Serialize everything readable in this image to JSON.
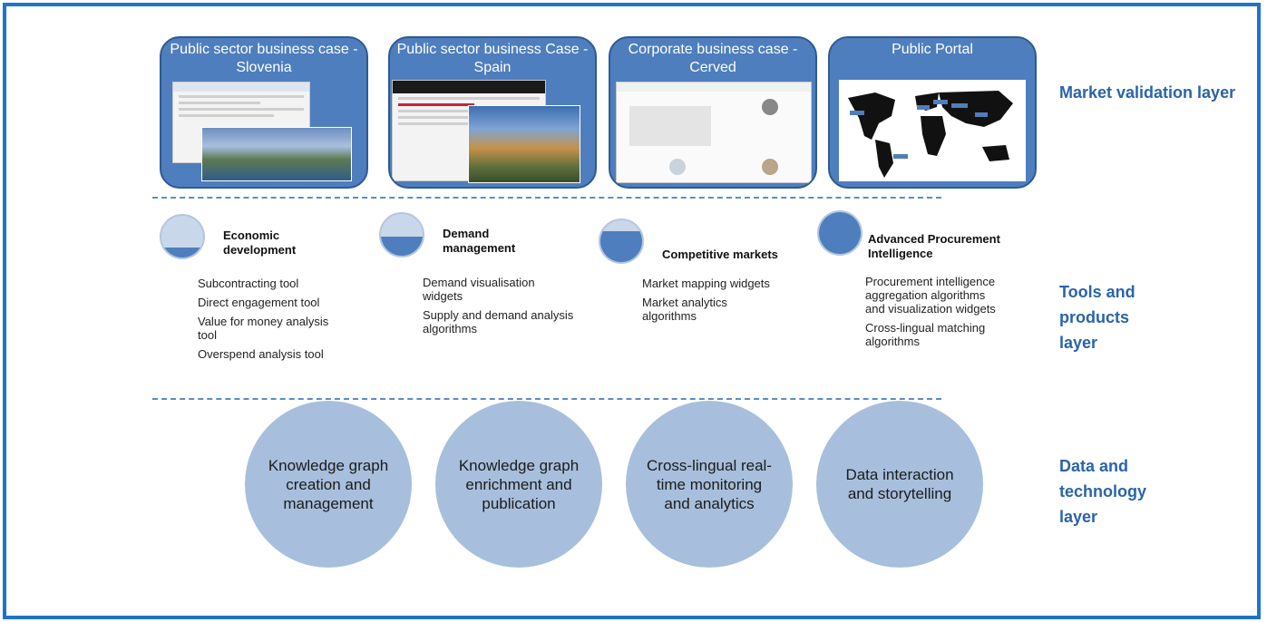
{
  "market_layer": {
    "cards": [
      {
        "title": "Public sector business case - Slovenia"
      },
      {
        "title": "Public sector business Case - Spain"
      },
      {
        "title": "Corporate business case - Cerved"
      },
      {
        "title": "Public Portal"
      }
    ],
    "label": "Market validation layer"
  },
  "tools_layer": {
    "label": "Tools and products layer",
    "columns": [
      {
        "title": "Economic development",
        "fill": 0.25,
        "items": [
          "Subcontracting tool",
          "Direct engagement tool",
          "Value for money analysis tool",
          "Overspend analysis tool"
        ]
      },
      {
        "title": "Demand management",
        "fill": 0.45,
        "items": [
          "Demand visualisation widgets",
          "Supply and demand analysis algorithms"
        ]
      },
      {
        "title": "Competitive markets",
        "fill": 0.75,
        "items": [
          "Market mapping widgets",
          "Market analytics algorithms"
        ]
      },
      {
        "title": "Advanced Procurement Intelligence",
        "fill": 1.0,
        "items": [
          "Procurement intelligence aggregation algorithms and visualization widgets",
          "Cross-lingual matching algorithms"
        ]
      }
    ]
  },
  "data_layer": {
    "label": "Data and technology layer",
    "circles": [
      {
        "label": "Knowledge graph creation and management"
      },
      {
        "label": "Knowledge graph enrichment and publication"
      },
      {
        "label": "Cross-lingual real-time monitoring and analytics"
      },
      {
        "label": "Data interaction and storytelling"
      }
    ]
  },
  "colors": {
    "frame": "#1f73c9",
    "card": "#4e7ebd",
    "label": "#2a64a8",
    "circle": "#a7bfdc"
  }
}
